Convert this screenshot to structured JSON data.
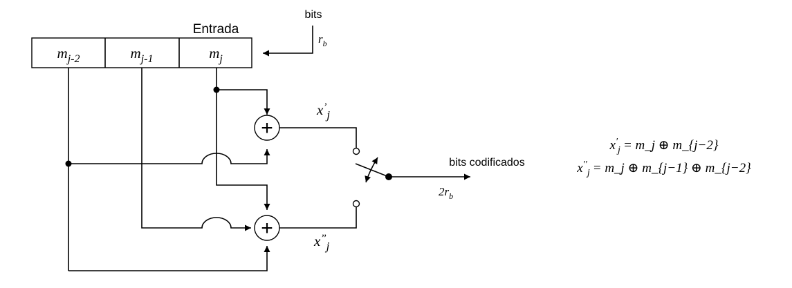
{
  "title": "Entrada",
  "input": {
    "label": "bits",
    "rate_base": "r",
    "rate_sub": "b"
  },
  "register": [
    {
      "base": "m",
      "sub": "j-2"
    },
    {
      "base": "m",
      "sub": "j-1"
    },
    {
      "base": "m",
      "sub": "j"
    }
  ],
  "adders": {
    "symbol": "+"
  },
  "outputs": {
    "top": {
      "base": "x",
      "prime": "’",
      "sub": "j"
    },
    "bottom": {
      "base": "x",
      "prime": "’’",
      "sub": "j"
    }
  },
  "switch_output": {
    "label": "bits codificados",
    "rate_coef": "2",
    "rate_base": "r",
    "rate_sub": "b"
  },
  "equations": [
    {
      "lhs_base": "x",
      "lhs_sup": "′",
      "lhs_sub": "j",
      "rhs": "= m_j ⊕ m_{j−2}"
    },
    {
      "lhs_base": "x",
      "lhs_sup": "′′",
      "lhs_sub": "j",
      "rhs": "= m_j ⊕ m_{j−1} ⊕ m_{j−2}"
    }
  ]
}
